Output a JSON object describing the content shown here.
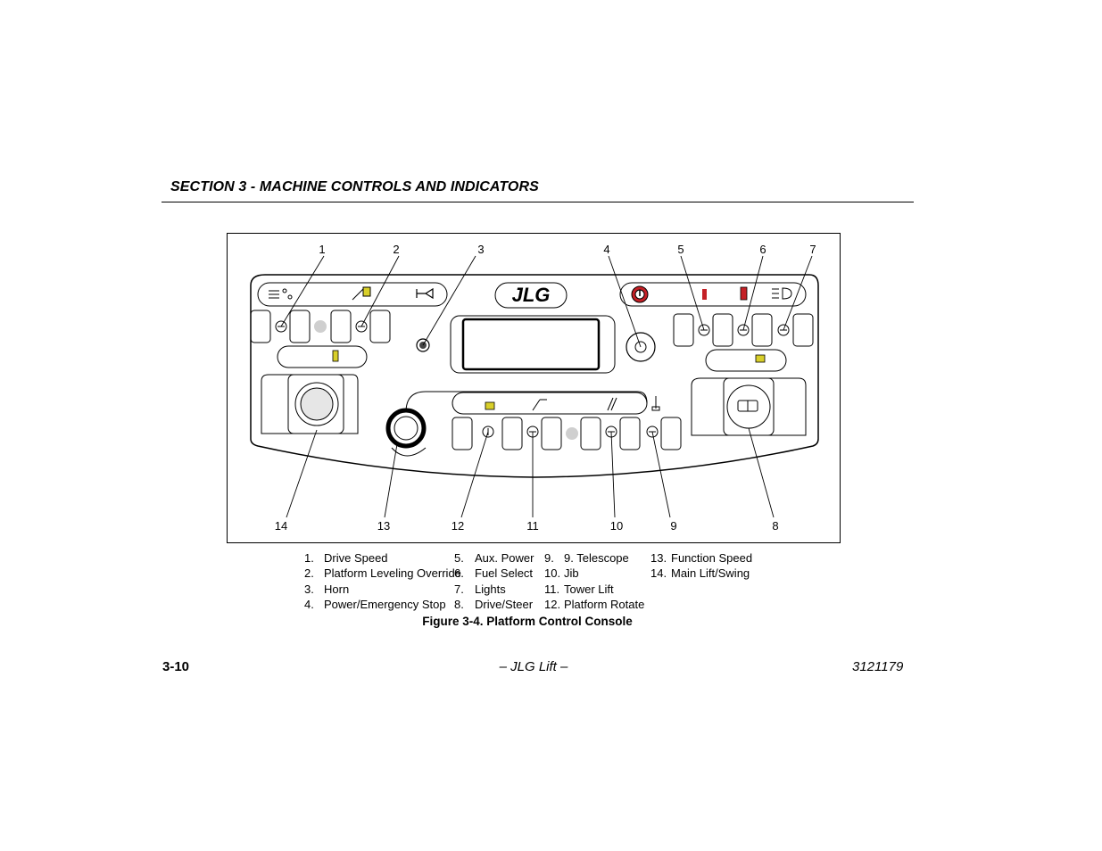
{
  "header": {
    "section_title": "SECTION 3 - MACHINE CONTROLS AND INDICATORS"
  },
  "figure": {
    "callouts": {
      "c1": "1",
      "c2": "2",
      "c3": "3",
      "c4": "4",
      "c5": "5",
      "c6": "6",
      "c7": "7",
      "c8": "8",
      "c9": "9",
      "c10": "10",
      "c11": "11",
      "c12": "12",
      "c13": "13",
      "c14": "14"
    },
    "brand_logo": "JLG",
    "caption": "Figure 3-4. Platform Control Console"
  },
  "legend": {
    "col1": [
      {
        "num": "1.",
        "label": "Drive Speed"
      },
      {
        "num": "2.",
        "label": "Platform Leveling Override"
      },
      {
        "num": "3.",
        "label": "Horn"
      },
      {
        "num": "4.",
        "label": "Power/Emergency Stop"
      }
    ],
    "col2": [
      {
        "num": "5.",
        "label": "Aux. Power"
      },
      {
        "num": "6.",
        "label": "Fuel Select"
      },
      {
        "num": "7.",
        "label": "Lights"
      },
      {
        "num": "8.",
        "label": "Drive/Steer"
      }
    ],
    "col3": [
      {
        "num": "9.",
        "label": "9.  Telescope"
      },
      {
        "num": "10.",
        "label": "Jib"
      },
      {
        "num": "11.",
        "label": "Tower Lift"
      },
      {
        "num": "12.",
        "label": "Platform Rotate"
      }
    ],
    "col4": [
      {
        "num": "13.",
        "label": "Function Speed"
      },
      {
        "num": "14.",
        "label": "Main Lift/Swing"
      }
    ]
  },
  "footer": {
    "page_number": "3-10",
    "center": "– JLG Lift –",
    "doc_number": "3121179"
  }
}
